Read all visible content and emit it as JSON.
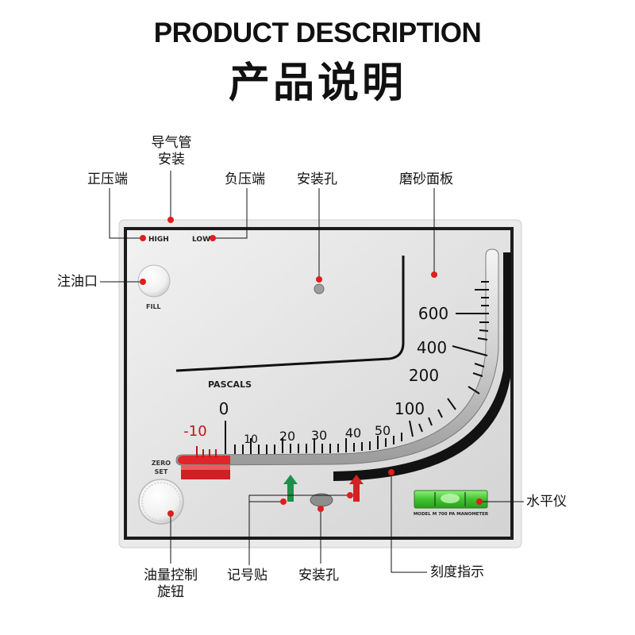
{
  "header": {
    "title_en": "PRODUCT DESCRIPTION",
    "title_cn": "产品说明"
  },
  "callouts": {
    "tube_install_line1": "导气管",
    "tube_install_line2": "安装",
    "positive_port": "正压端",
    "negative_port": "负压端",
    "mount_hole_top": "安装孔",
    "frosted_panel": "磨砂面板",
    "oil_fill_port": "注油口",
    "oil_knob_line1": "油量控制",
    "oil_knob_line2": "旋钮",
    "marker_sticker": "记号贴",
    "mount_hole_bottom": "安装孔",
    "scale_indicator": "刻度指示",
    "spirit_level": "水平仪"
  },
  "panel": {
    "high_label": "HIGH",
    "low_label": "LOW",
    "fill_label": "FILL",
    "zero_set_line1": "ZERO",
    "zero_set_line2": "SET",
    "units_label": "PASCALS",
    "model_label": "MODEL M 700 PA MANOMETER"
  },
  "scale": {
    "horizontal_labels": [
      "-10",
      "0",
      "10",
      "20",
      "30",
      "40",
      "50"
    ],
    "vertical_labels": [
      "100",
      "200",
      "400",
      "600"
    ]
  },
  "colors": {
    "callout_dot": "#e11d1d",
    "fluid": "#e0242a",
    "negative_label": "#c0141a",
    "marker_green": "#1f8f4a",
    "marker_red": "#d42222",
    "level_bubble": "#4fd13f"
  }
}
